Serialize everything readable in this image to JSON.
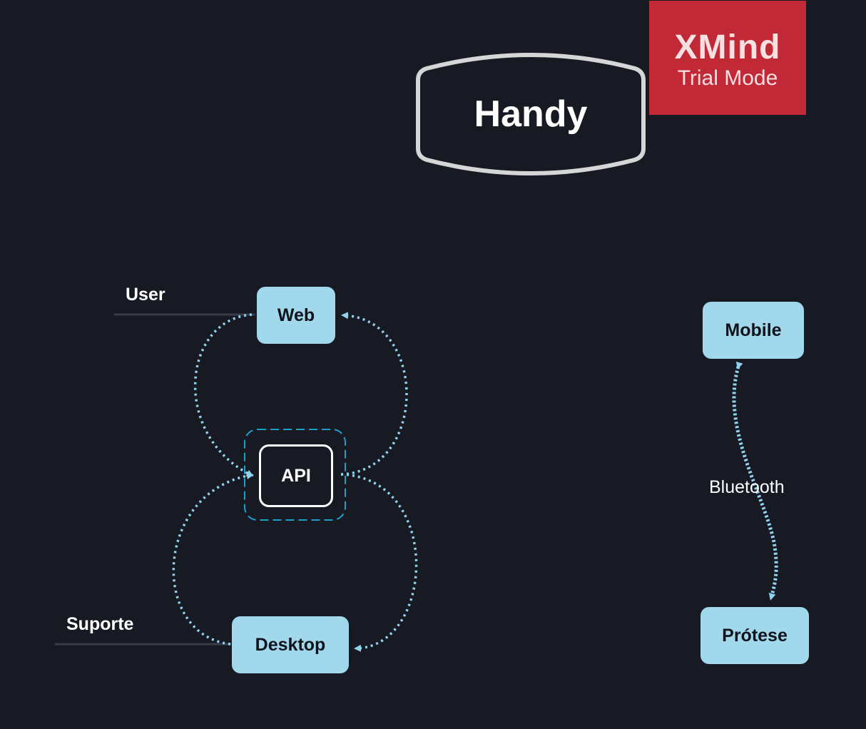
{
  "title": "Handy",
  "watermark": {
    "brand": "XMind",
    "mode": "Trial Mode"
  },
  "nodes": {
    "web": "Web",
    "api": "API",
    "desktop": "Desktop",
    "mobile": "Mobile",
    "protese": "Prótese"
  },
  "labels": {
    "user": "User",
    "suporte": "Suporte"
  },
  "edges": {
    "bluetooth": "Bluetooth"
  },
  "colors": {
    "background": "#171923",
    "node_fill": "#a2d8ec",
    "connector": "#8fd3ee",
    "boundary": "#1ca0c8",
    "watermark": "#c22936"
  }
}
